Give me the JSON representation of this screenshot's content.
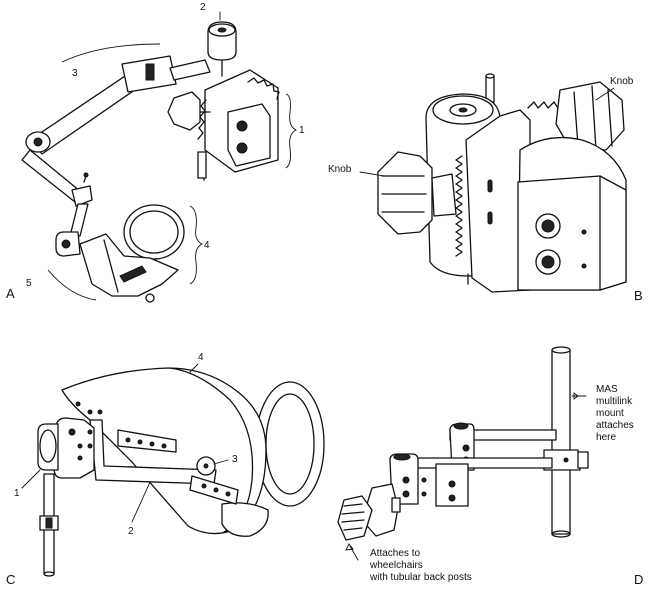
{
  "panels": {
    "a": {
      "letter": "A",
      "callouts": [
        "1",
        "2",
        "3",
        "4",
        "5"
      ]
    },
    "b": {
      "letter": "B",
      "knob_left": "Knob",
      "knob_right": "Knob"
    },
    "c": {
      "letter": "C",
      "callouts": [
        "1",
        "2",
        "3",
        "4"
      ]
    },
    "d": {
      "letter": "D",
      "mas_note": [
        "MAS",
        "multilink",
        "mount",
        "attaches",
        "here"
      ],
      "attach_note": [
        "Attaches to",
        "wheelchairs",
        "with tubular back posts"
      ]
    }
  }
}
